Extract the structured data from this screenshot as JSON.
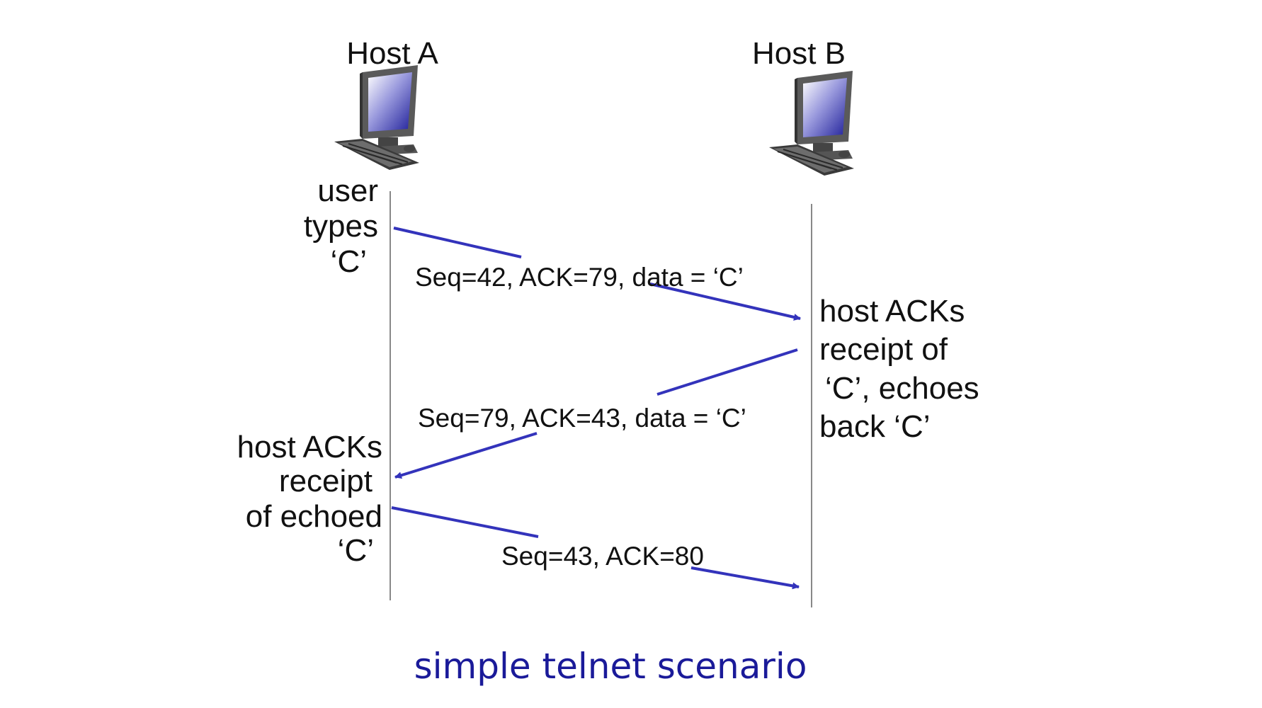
{
  "host_a": {
    "label": "Host A"
  },
  "host_b": {
    "label": "Host B"
  },
  "notes": {
    "a_user_types": [
      "user",
      "types",
      "‘C’"
    ],
    "b_acks": [
      "host ACKs",
      "receipt of",
      "‘C’, echoes",
      "back ‘C’"
    ],
    "a_acks_echo": [
      "host ACKs",
      "receipt",
      "of echoed",
      "‘C’"
    ]
  },
  "messages": [
    {
      "label": "Seq=42, ACK=79, data = ‘C’",
      "from": "Host A",
      "to": "Host B"
    },
    {
      "label": "Seq=79, ACK=43, data = ‘C’",
      "from": "Host B",
      "to": "Host A"
    },
    {
      "label": "Seq=43, ACK=80",
      "from": "Host A",
      "to": "Host B"
    }
  ],
  "caption": "simple telnet scenario",
  "colors": {
    "arrow": "#3333bb",
    "caption": "#1a1a99",
    "timeline": "#888888",
    "text": "#111111"
  },
  "icons": {
    "host_a": "desktop-computer-icon",
    "host_b": "desktop-computer-icon"
  }
}
